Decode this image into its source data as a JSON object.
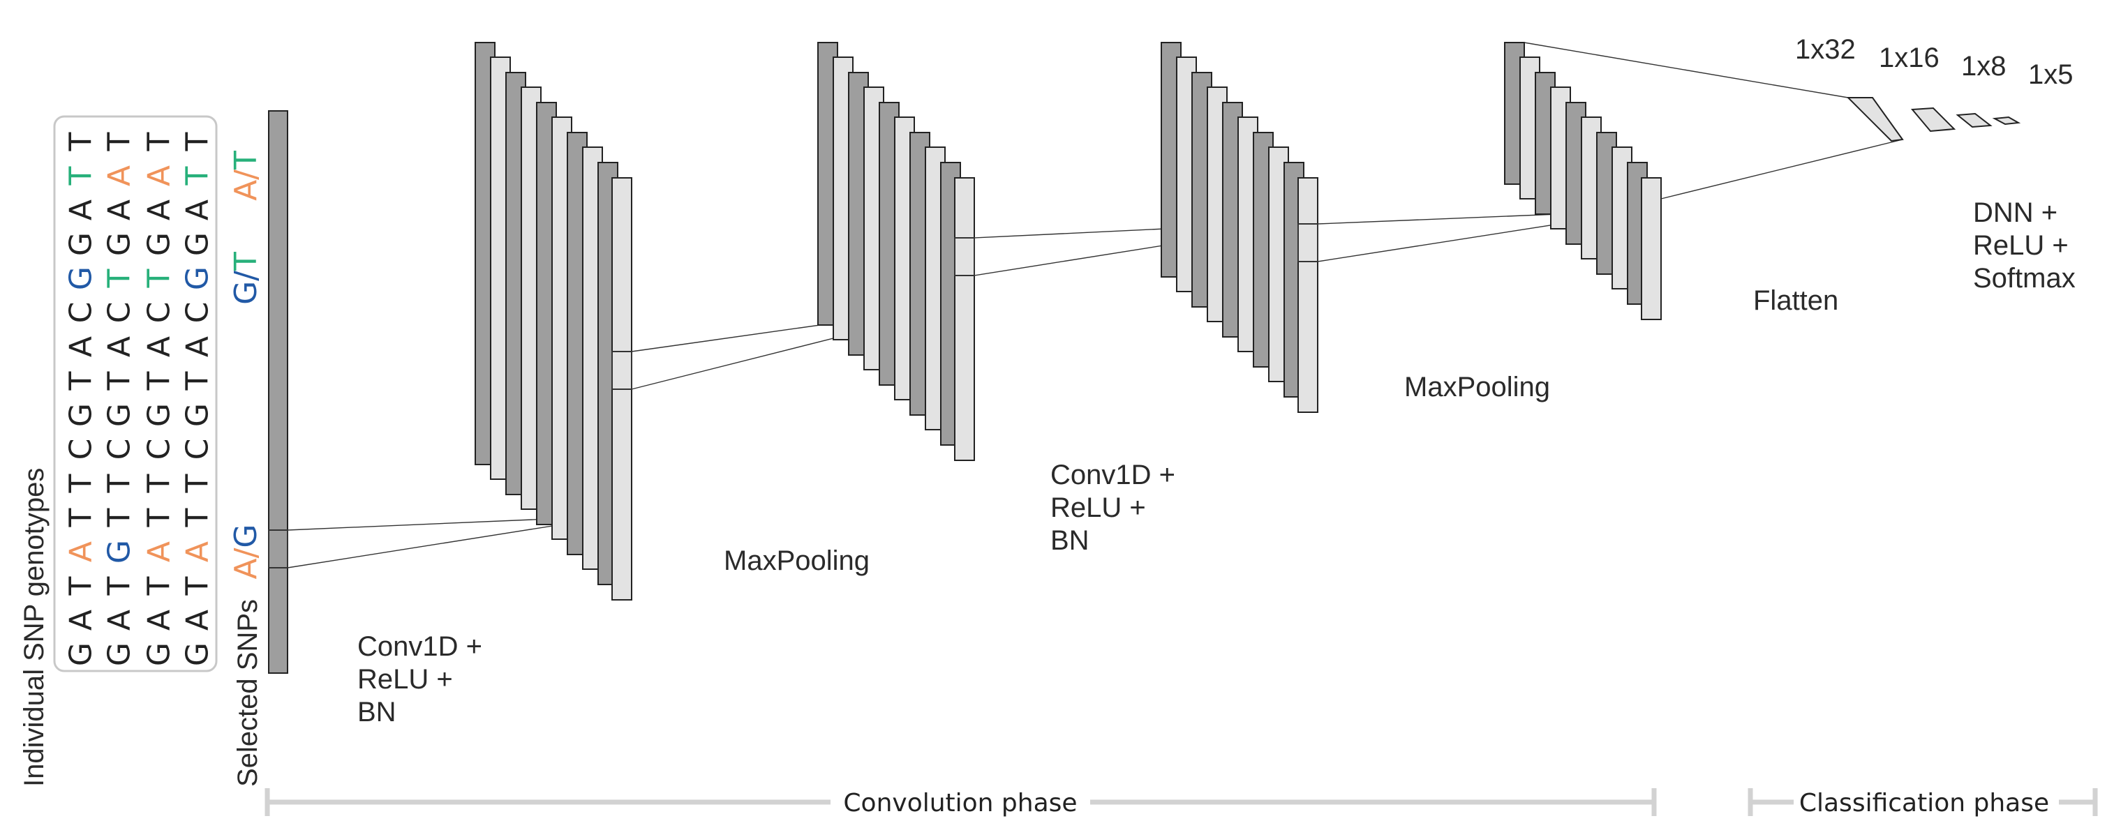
{
  "labels": {
    "individual": "Individual SNP genotypes",
    "selected": "Selected SNPs",
    "conv1": [
      "Conv1D +",
      "ReLU +",
      "BN"
    ],
    "pool1": "MaxPooling",
    "conv2": [
      "Conv1D +",
      "ReLU +",
      "BN"
    ],
    "pool2": "MaxPooling",
    "flatten": "Flatten",
    "dnn": [
      "DNN +",
      "ReLU +",
      "Softmax"
    ],
    "dims": [
      "1x32",
      "1x16",
      "1x8",
      "1x5"
    ]
  },
  "phases": {
    "convolution": "Convolution phase",
    "classification": "Classification phase"
  },
  "snp_rows": [
    [
      "G",
      "A",
      "T",
      "A",
      "T",
      "T",
      "C",
      "G",
      "T",
      "A",
      "C",
      "G",
      "G",
      "A",
      "T",
      "T"
    ],
    [
      "G",
      "A",
      "T",
      "G",
      "T",
      "T",
      "C",
      "G",
      "T",
      "A",
      "C",
      "T",
      "G",
      "A",
      "A",
      "T"
    ],
    [
      "G",
      "A",
      "T",
      "A",
      "T",
      "T",
      "C",
      "G",
      "T",
      "A",
      "C",
      "T",
      "G",
      "A",
      "A",
      "T"
    ],
    [
      "G",
      "A",
      "T",
      "A",
      "T",
      "T",
      "C",
      "G",
      "T",
      "A",
      "C",
      "G",
      "G",
      "A",
      "T",
      "T"
    ]
  ],
  "highlights": [
    {
      "pos": 3,
      "label_first": "A",
      "label_sep": "/",
      "label_second": "G",
      "first_color": "#f0935a",
      "second_color": "#2159a6"
    },
    {
      "pos": 11,
      "label_first": "G",
      "label_sep": "/",
      "label_second": "T",
      "first_color": "#2159a6",
      "second_color": "#27b07a"
    },
    {
      "pos": 14,
      "label_first": "A",
      "label_sep": "/",
      "label_second": "T",
      "first_color": "#f0935a",
      "second_color": "#27b07a"
    }
  ],
  "colors": {
    "A": "#f0935a",
    "G": "#2159a6",
    "T": "#27b07a",
    "base": "#222222",
    "filter_dark": "#9e9e9e",
    "filter_light": "#e3e3e3",
    "axis": "#d2d2d2"
  }
}
